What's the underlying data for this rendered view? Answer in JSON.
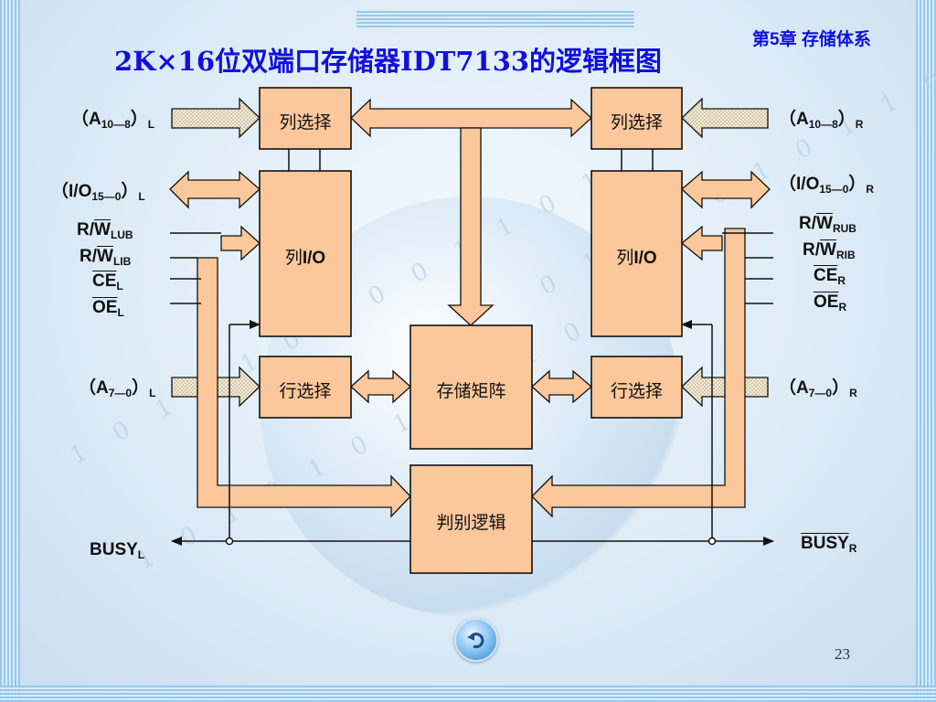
{
  "header": {
    "chapter": "第5章 存储体系",
    "title": "2K×16位双端口存储器IDT7133的逻辑框图"
  },
  "blocks": {
    "col_select_left": "列选择",
    "col_select_right": "列选择",
    "col_io_left_prefix": "列",
    "col_io_left_bold": "I/O",
    "col_io_right_prefix": "列",
    "col_io_right_bold": "I/O",
    "row_select_left": "行选择",
    "row_select_right": "行选择",
    "memory_array": "存储矩阵",
    "arbitration_logic": "判别逻辑"
  },
  "signals_left": {
    "addr_col": {
      "open": "（",
      "base": "A",
      "sub": "10—8",
      "close": "）",
      "side": "L"
    },
    "io": {
      "open": "（",
      "base": "I/O",
      "sub": "15—0",
      "close": "）",
      "side": "L"
    },
    "rw_ub": {
      "base": "R/",
      "bar": "W",
      "sub": "LUB"
    },
    "rw_lb": {
      "base": "R/",
      "bar": "W",
      "sub": "LIB"
    },
    "ce": {
      "bar": "CE",
      "sub": "L"
    },
    "oe": {
      "bar": "OE",
      "sub": "L"
    },
    "addr_row": {
      "open": "（",
      "base": "A",
      "sub": "7—0",
      "close": "）",
      "side": "L"
    },
    "busy": {
      "base": "BUSY",
      "sub": "L"
    }
  },
  "signals_right": {
    "addr_col": {
      "open": "（",
      "base": "A",
      "sub": "10—8",
      "close": "）",
      "side": "R"
    },
    "io": {
      "open": "（",
      "base": "I/O",
      "sub": "15—0",
      "close": "）",
      "side": "R"
    },
    "rw_ub": {
      "base": "R/",
      "bar": "W",
      "sub": "RUB"
    },
    "rw_lb": {
      "base": "R/",
      "bar": "W",
      "sub": "RIB"
    },
    "ce": {
      "bar": "CE",
      "sub": "R"
    },
    "oe": {
      "bar": "OE",
      "sub": "R"
    },
    "addr_row": {
      "open": "（",
      "base": "A",
      "sub": "7—0",
      "close": "）",
      "side": "R"
    },
    "busy": {
      "bar": "BUSY",
      "sub": "R"
    }
  },
  "footer": {
    "page_number": "23",
    "back_icon": "return-arrow-icon"
  },
  "colors": {
    "title": "#1010e0",
    "block_fill": "#fbc79b"
  }
}
